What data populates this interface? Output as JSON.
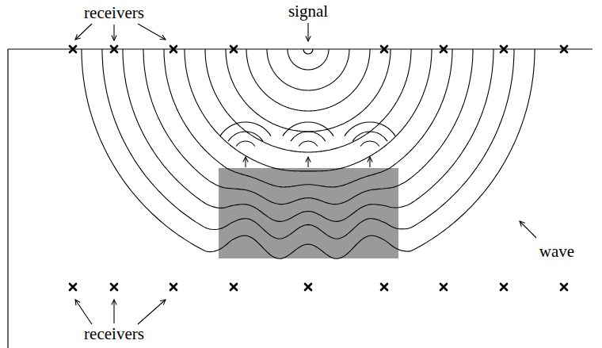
{
  "diagram": {
    "labels": [
      "receivers",
      "signal",
      "wave",
      "receivers"
    ]
  }
}
